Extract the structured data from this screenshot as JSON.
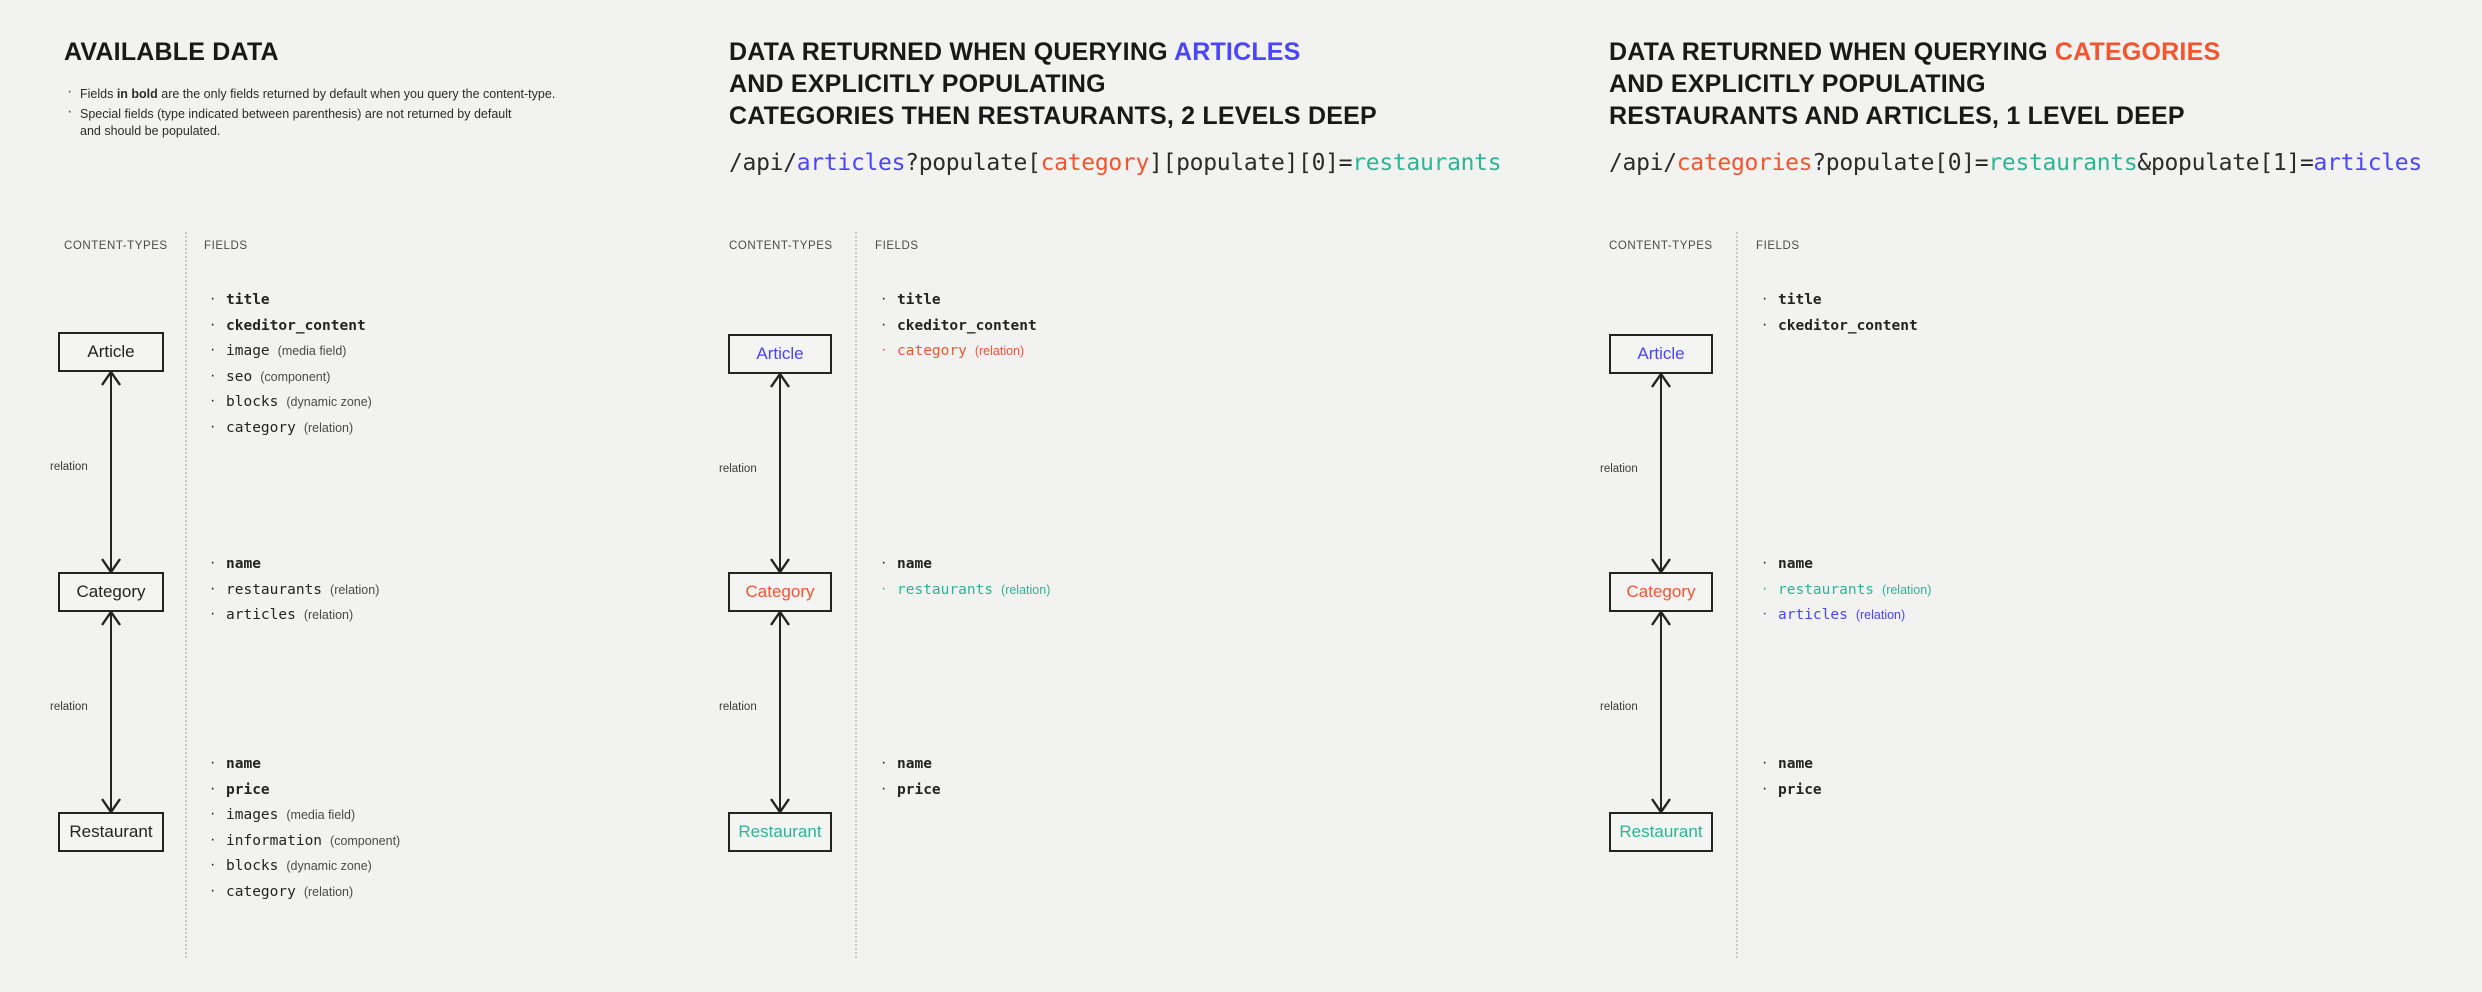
{
  "columns": [
    {
      "id": "available-data",
      "title_parts": [
        {
          "text": "AVAILABLE DATA",
          "color": "default"
        }
      ],
      "notes": [
        {
          "pre": "Fields ",
          "bold": "in bold",
          "post": " are the only fields returned by default when you query the content-type."
        },
        {
          "pre": "Special fields (type indicated between parenthesis) are not returned by default",
          "bold": "",
          "post": "",
          "line2": "and should be populated."
        }
      ],
      "endpoint": [],
      "sublabels": {
        "content_types": "CONTENT-TYPES",
        "fields": "FIELDS"
      },
      "nodes": [
        {
          "label": "Article",
          "color": "default"
        },
        {
          "label": "Category",
          "color": "default"
        },
        {
          "label": "Restaurant",
          "color": "default"
        }
      ],
      "edges": [
        {
          "label": "relation",
          "heads": "both"
        },
        {
          "label": "relation",
          "heads": "both"
        }
      ],
      "field_groups": [
        [
          {
            "name": "title",
            "type": "",
            "bold": true,
            "color": "default"
          },
          {
            "name": "ckeditor_content",
            "type": "",
            "bold": true,
            "color": "default"
          },
          {
            "name": "image",
            "type": "(media field)",
            "bold": false,
            "color": "default"
          },
          {
            "name": "seo",
            "type": "(component)",
            "bold": false,
            "color": "default"
          },
          {
            "name": "blocks",
            "type": "(dynamic zone)",
            "bold": false,
            "color": "default"
          },
          {
            "name": "category",
            "type": "(relation)",
            "bold": false,
            "color": "default"
          }
        ],
        [
          {
            "name": "name",
            "type": "",
            "bold": true,
            "color": "default"
          },
          {
            "name": "restaurants",
            "type": "(relation)",
            "bold": false,
            "color": "default"
          },
          {
            "name": "articles",
            "type": "(relation)",
            "bold": false,
            "color": "default"
          }
        ],
        [
          {
            "name": "name",
            "type": "",
            "bold": true,
            "color": "default"
          },
          {
            "name": "price",
            "type": "",
            "bold": true,
            "color": "default"
          },
          {
            "name": "images",
            "type": "(media field)",
            "bold": false,
            "color": "default"
          },
          {
            "name": "information",
            "type": "(component)",
            "bold": false,
            "color": "default"
          },
          {
            "name": "blocks",
            "type": "(dynamic zone)",
            "bold": false,
            "color": "default"
          },
          {
            "name": "category",
            "type": "(relation)",
            "bold": false,
            "color": "default"
          }
        ]
      ]
    },
    {
      "id": "query-articles",
      "title_parts": [
        {
          "text": "DATA RETURNED WHEN QUERYING ",
          "color": "default"
        },
        {
          "text": "ARTICLES",
          "color": "blue"
        },
        {
          "text": "\nAND EXPLICITLY POPULATING\nCATEGORIES THEN RESTAURANTS, 2 LEVELS DEEP",
          "color": "default"
        }
      ],
      "notes": [],
      "endpoint": [
        {
          "text": "/api/",
          "color": "default"
        },
        {
          "text": "articles",
          "color": "blue"
        },
        {
          "text": "?populate[",
          "color": "default"
        },
        {
          "text": "category",
          "color": "red"
        },
        {
          "text": "][populate][0]=",
          "color": "default"
        },
        {
          "text": "restaurants",
          "color": "green"
        }
      ],
      "sublabels": {
        "content_types": "CONTENT-TYPES",
        "fields": "FIELDS"
      },
      "nodes": [
        {
          "label": "Article",
          "color": "blue"
        },
        {
          "label": "Category",
          "color": "red"
        },
        {
          "label": "Restaurant",
          "color": "green"
        }
      ],
      "edges": [
        {
          "label": "relation",
          "heads": "both"
        },
        {
          "label": "relation",
          "heads": "both"
        }
      ],
      "field_groups": [
        [
          {
            "name": "title",
            "type": "",
            "bold": true,
            "color": "default"
          },
          {
            "name": "ckeditor_content",
            "type": "",
            "bold": true,
            "color": "default"
          },
          {
            "name": "category",
            "type": "(relation)",
            "bold": false,
            "color": "red"
          }
        ],
        [
          {
            "name": "name",
            "type": "",
            "bold": true,
            "color": "default"
          },
          {
            "name": "restaurants",
            "type": "(relation)",
            "bold": false,
            "color": "green"
          }
        ],
        [
          {
            "name": "name",
            "type": "",
            "bold": true,
            "color": "default"
          },
          {
            "name": "price",
            "type": "",
            "bold": true,
            "color": "default"
          }
        ]
      ]
    },
    {
      "id": "query-categories",
      "title_parts": [
        {
          "text": "DATA RETURNED WHEN QUERYING ",
          "color": "default"
        },
        {
          "text": "CATEGORIES",
          "color": "red"
        },
        {
          "text": "\nAND EXPLICITLY POPULATING\nRESTAURANTS AND ARTICLES, 1 LEVEL DEEP",
          "color": "default"
        }
      ],
      "notes": [],
      "endpoint": [
        {
          "text": "/api/",
          "color": "default"
        },
        {
          "text": "categories",
          "color": "red"
        },
        {
          "text": "?populate[0]=",
          "color": "default"
        },
        {
          "text": "restaurants",
          "color": "green"
        },
        {
          "text": "&populate[1]=",
          "color": "default"
        },
        {
          "text": "articles",
          "color": "blue"
        }
      ],
      "sublabels": {
        "content_types": "CONTENT-TYPES",
        "fields": "FIELDS"
      },
      "nodes": [
        {
          "label": "Article",
          "color": "blue"
        },
        {
          "label": "Category",
          "color": "red"
        },
        {
          "label": "Restaurant",
          "color": "green"
        }
      ],
      "edges": [
        {
          "label": "relation",
          "heads": "both"
        },
        {
          "label": "relation",
          "heads": "both"
        }
      ],
      "field_groups": [
        [
          {
            "name": "title",
            "type": "",
            "bold": true,
            "color": "default"
          },
          {
            "name": "ckeditor_content",
            "type": "",
            "bold": true,
            "color": "default"
          }
        ],
        [
          {
            "name": "name",
            "type": "",
            "bold": true,
            "color": "default"
          },
          {
            "name": "restaurants",
            "type": "(relation)",
            "bold": false,
            "color": "green"
          },
          {
            "name": "articles",
            "type": "(relation)",
            "bold": false,
            "color": "blue"
          }
        ],
        [
          {
            "name": "name",
            "type": "",
            "bold": true,
            "color": "default"
          },
          {
            "name": "price",
            "type": "",
            "bold": true,
            "color": "default"
          }
        ]
      ]
    }
  ],
  "palette": {
    "background": "#f2f2f0",
    "ink": "#232323",
    "blue": "#4945ff",
    "red": "#f5542f",
    "green": "#2cb594"
  }
}
